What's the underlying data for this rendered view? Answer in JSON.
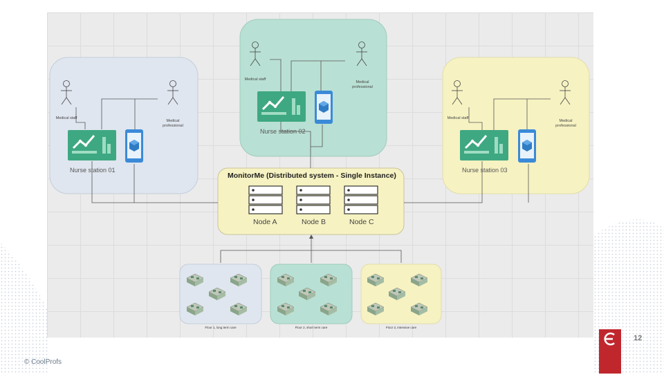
{
  "system": {
    "title": "MonitorMe (Distributed system - Single Instance)"
  },
  "nodes": [
    "Node A",
    "Node B",
    "Node C"
  ],
  "stations": [
    {
      "name": "Nurse station 01",
      "actors": [
        "Medical staff",
        "Medical\nprofessional"
      ]
    },
    {
      "name": "Nurse station 02",
      "actors": [
        "Medical staff",
        "Medical\nprofessional"
      ]
    },
    {
      "name": "Nurse station 03",
      "actors": [
        "Medical staff",
        "Medical\nprofessional"
      ]
    }
  ],
  "floors": [
    "Floor 1, long term care",
    "Floor 2, short term care",
    "Floor 3, intensive care"
  ],
  "footer": {
    "copyright": "© CoolProfs",
    "page_number": "12"
  },
  "colors": {
    "station1": "#dfe6ef",
    "station2": "#b9e0d4",
    "station3": "#f6f2c2",
    "system": "#f6f2c2",
    "dashboard": "#3ea882",
    "device": "#3b8ad8",
    "logo": "#c0272d"
  },
  "icons": [
    "stick-figure-icon",
    "dashboard-icon",
    "tablet-icon",
    "server-icon",
    "floor-plan-icon",
    "logo-icon"
  ]
}
